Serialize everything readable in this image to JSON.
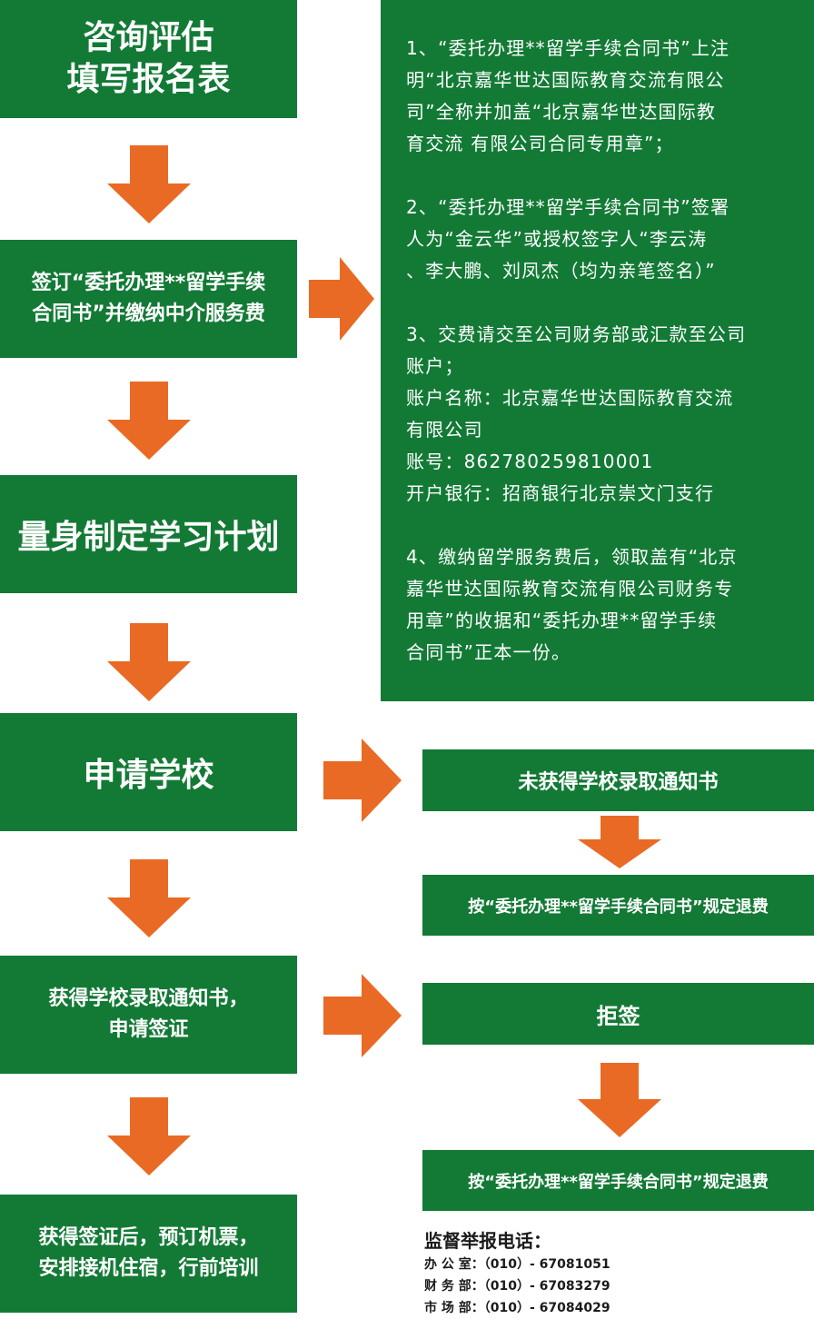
{
  "colors": {
    "box": "#137a36",
    "arrow": "#e96a24",
    "text_light": "#ffffff",
    "text_dark": "#1b1b1b"
  },
  "steps": [
    {
      "id": "consult",
      "label": "咨询评估\n填写报名表"
    },
    {
      "id": "sign",
      "label": "签订“委托办理**留学手续\n合同书”并缴纳中介服务费"
    },
    {
      "id": "plan",
      "label": "量身制定学习计划"
    },
    {
      "id": "apply",
      "label": "申请学校"
    },
    {
      "id": "offer",
      "label": "获得学校录取通知书，\n申请签证"
    },
    {
      "id": "visa",
      "label": "获得签证后，预订机票，\n安排接机住宿，行前培训"
    }
  ],
  "notes": [
    {
      "lines": [
        "1、“委托办理**留学手续合同书”上注",
        "明“北京嘉华世达国际教育交流有限公",
        "司”全称并加盖“北京嘉华世达国际教",
        "育交流 有限公司合同专用章”；"
      ]
    },
    {
      "lines": [
        "2、“委托办理**留学手续合同书”签署",
        "人为“金云华”或授权签字人“李云涛",
        "、李大鹏、刘凤杰（均为亲笔签名）”"
      ]
    },
    {
      "lines": [
        "3、交费请交至公司财务部或汇款至公司",
        "账户；",
        "账户名称：北京嘉华世达国际教育交流",
        "有限公司",
        "账号：862780259810001",
        "开户银行：招商银行北京崇文门支行"
      ]
    },
    {
      "lines": [
        "4、缴纳留学服务费后，领取盖有“北京",
        "嘉华世达国际教育交流有限公司财务专",
        "用章”的收据和“委托办理**留学手续",
        "合同书”正本一份。"
      ]
    }
  ],
  "branches": {
    "no_offer": "未获得学校录取通知书",
    "refund_1": "按“委托办理**留学手续合同书”规定退费",
    "refused": "拒签",
    "refund_2": "按“委托办理**留学手续合同书”规定退费"
  },
  "contact": {
    "title": "监督举报电话：",
    "rows": [
      {
        "label": "办 公 室：",
        "phone": "（010）- 67081051"
      },
      {
        "label": "财 务 部：",
        "phone": "（010）- 67083279"
      },
      {
        "label": "市 场 部：",
        "phone": "（010）- 67084029"
      }
    ]
  }
}
